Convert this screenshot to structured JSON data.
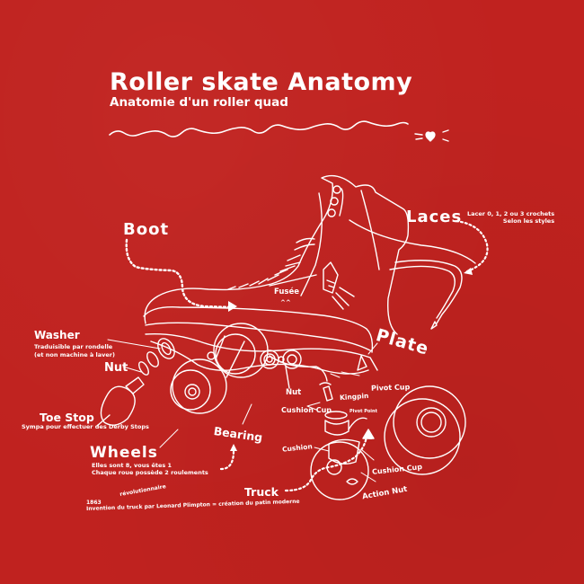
{
  "colors": {
    "background": "#c0221f",
    "ink": "#ffffff"
  },
  "header": {
    "title": "Roller skate Anatomy",
    "subtitle": "Anatomie d'un roller quad",
    "divider_icon": "wavy-line-with-heart-icon"
  },
  "labels": {
    "boot": {
      "name": "Boot"
    },
    "laces": {
      "name": "Laces",
      "note_line1": "Lacer 0, 1, 2 ou 3 crochets",
      "note_line2": "Selon les styles"
    },
    "fusee": {
      "name": "Fusée",
      "note": "^^"
    },
    "plate": {
      "name": "Plate"
    },
    "washer": {
      "name": "Washer",
      "note_line1": "Traduisible par rondelle",
      "note_line2": "(et non machine à laver)"
    },
    "nut_left": {
      "name": "Nut"
    },
    "nut_center": {
      "name": "Nut"
    },
    "toe_stop": {
      "name": "Toe Stop",
      "note": "Sympa pour effectuer des Derby Stops"
    },
    "wheels": {
      "name": "Wheels",
      "note_line1": "Elles sont 8, vous êtes 1",
      "note_line2": "Chaque roue possède 2 roulements"
    },
    "bearing": {
      "name": "Bearing"
    },
    "kingpin": {
      "name": "Kingpin"
    },
    "pivot_cup": {
      "name": "Pivot Cup"
    },
    "cushion_cup_top": {
      "name": "Cushion Cup"
    },
    "pivot_point": {
      "name": "Pivot Point"
    },
    "cushion": {
      "name": "Cushion"
    },
    "cushion_cup_bottom": {
      "name": "Cushion Cup"
    },
    "action_nut": {
      "name": "Action Nut"
    },
    "truck": {
      "name": "Truck",
      "history_year": "1863",
      "history_adjective": "révolutionnaire",
      "history_text": "Invention du truck par Leonard Plimpton = création du patin moderne"
    }
  }
}
